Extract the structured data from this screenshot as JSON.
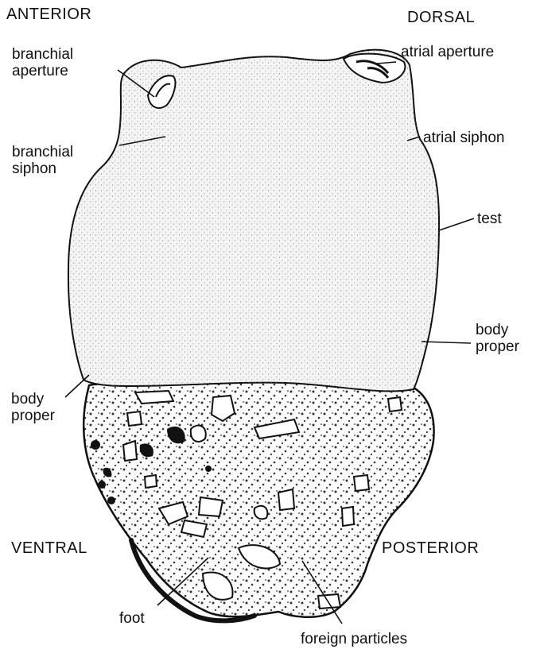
{
  "orientation": {
    "anterior": "ANTERIOR",
    "dorsal": "DORSAL",
    "ventral": "VENTRAL",
    "posterior": "POSTERIOR"
  },
  "labels": {
    "branchial_aperture": [
      "branchial",
      "aperture"
    ],
    "branchial_siphon": [
      "branchial",
      "siphon"
    ],
    "atrial_aperture": "atrial aperture",
    "atrial_siphon": "atrial siphon",
    "test": "test",
    "body_proper_right": [
      "body",
      "proper"
    ],
    "body_proper_left": [
      "body",
      "proper"
    ],
    "foot": "foot",
    "foreign_particles": "foreign particles"
  },
  "colors": {
    "ink": "#111111",
    "test_fill": "#f4f4f4",
    "foot_fill": "#fbfbfb"
  }
}
